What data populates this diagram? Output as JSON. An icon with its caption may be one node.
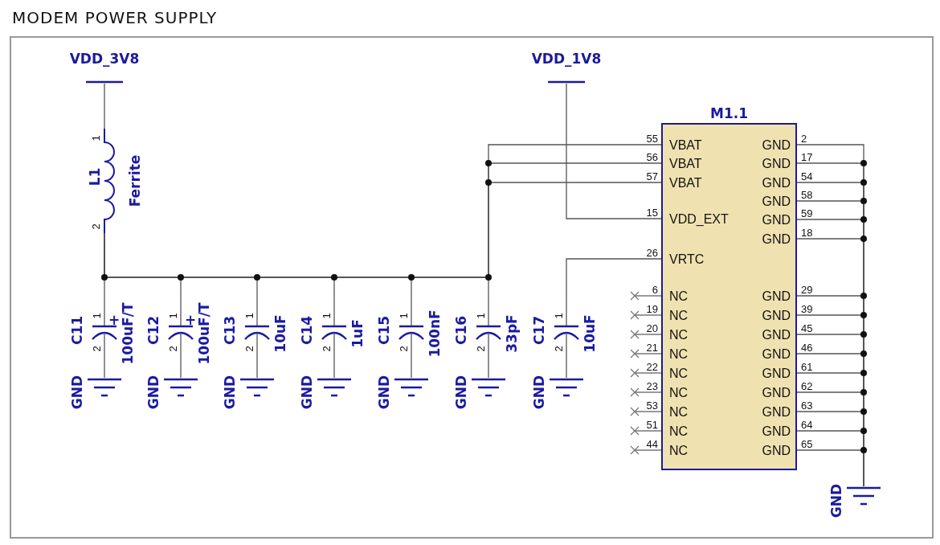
{
  "diagram": {
    "title": "MODEM POWER SUPPLY",
    "nodes": [
      {
        "text": [
          "VDD_3V8"
        ]
      },
      {
        "text": [
          "L1",
          "Ferrite",
          "1",
          "2"
        ]
      },
      {
        "text": [
          "VDD_1V8"
        ]
      },
      {
        "text": [
          "M1.1",
          "VBAT",
          "VBAT",
          "VBAT",
          "VDD_EXT",
          "VRTC",
          "NC",
          "NC",
          "NC",
          "NC",
          "NC",
          "NC",
          "NC",
          "NC",
          "NC",
          "GND",
          "GND",
          "GND",
          "GND",
          "GND",
          "GND",
          "GND",
          "GND",
          "GND",
          "GND",
          "GND",
          "GND",
          "GND",
          "GND",
          "GND"
        ],
        "beside": [
          "55",
          "56",
          "57",
          "15",
          "26",
          "6",
          "19",
          "20",
          "21",
          "22",
          "23",
          "53",
          "51",
          "44",
          "2",
          "17",
          "54",
          "58",
          "59",
          "18",
          "29",
          "39",
          "45",
          "46",
          "61",
          "62",
          "63",
          "64",
          "65"
        ]
      },
      {
        "text": [
          "C11",
          "100uF/T",
          "1",
          "2",
          "+"
        ]
      },
      {
        "text": [
          "C12",
          "100uF/T",
          "1",
          "2",
          "+"
        ]
      },
      {
        "text": [
          "C13",
          "10uF",
          "1",
          "2"
        ]
      },
      {
        "text": [
          "C14",
          "1uF",
          "1",
          "2"
        ]
      },
      {
        "text": [
          "C15",
          "100nF",
          "1",
          "2"
        ]
      },
      {
        "text": [
          "C16",
          "33pF",
          "1",
          "2"
        ]
      },
      {
        "text": [
          "C17",
          "10uF",
          "1",
          "2"
        ]
      },
      {
        "text": [
          "GND"
        ]
      },
      {
        "text": [
          "GND"
        ]
      },
      {
        "text": [
          "GND"
        ]
      },
      {
        "text": [
          "GND"
        ]
      },
      {
        "text": [
          "GND"
        ]
      },
      {
        "text": [
          "GND"
        ]
      },
      {
        "text": [
          "GND"
        ]
      },
      {
        "text": [
          "GND"
        ]
      }
    ],
    "edges": [
      {
        "from": 0,
        "to": 1,
        "arrow": "none"
      },
      {
        "from": 1,
        "to": 4,
        "arrow": "none"
      },
      {
        "from": 1,
        "to": 5,
        "arrow": "none"
      },
      {
        "from": 1,
        "to": 6,
        "arrow": "none"
      },
      {
        "from": 1,
        "to": 7,
        "arrow": "none"
      },
      {
        "from": 1,
        "to": 8,
        "arrow": "none"
      },
      {
        "from": 1,
        "to": 9,
        "arrow": "none"
      },
      {
        "from": 1,
        "to": 3,
        "arrow": "none"
      },
      {
        "from": 1,
        "to": 3,
        "arrow": "none"
      },
      {
        "from": 1,
        "to": 3,
        "arrow": "none"
      },
      {
        "from": 2,
        "to": 3,
        "arrow": "none"
      },
      {
        "from": 10,
        "to": 3,
        "arrow": "none"
      },
      {
        "from": 4,
        "to": 11,
        "arrow": "none"
      },
      {
        "from": 5,
        "to": 12,
        "arrow": "none"
      },
      {
        "from": 6,
        "to": 13,
        "arrow": "none"
      },
      {
        "from": 7,
        "to": 14,
        "arrow": "none"
      },
      {
        "from": 8,
        "to": 15,
        "arrow": "none"
      },
      {
        "from": 9,
        "to": 16,
        "arrow": "none"
      },
      {
        "from": 10,
        "to": 17,
        "arrow": "none"
      },
      {
        "from": 3,
        "to": 18,
        "arrow": "none"
      },
      {
        "from": 3,
        "to": 18,
        "arrow": "none"
      },
      {
        "from": 3,
        "to": 18,
        "arrow": "none"
      },
      {
        "from": 3,
        "to": 18,
        "arrow": "none"
      },
      {
        "from": 3,
        "to": 18,
        "arrow": "none"
      },
      {
        "from": 3,
        "to": 18,
        "arrow": "none"
      },
      {
        "from": 3,
        "to": 18,
        "arrow": "none"
      },
      {
        "from": 3,
        "to": 18,
        "arrow": "none"
      },
      {
        "from": 3,
        "to": 18,
        "arrow": "none"
      },
      {
        "from": 3,
        "to": 18,
        "arrow": "none"
      },
      {
        "from": 3,
        "to": 18,
        "arrow": "none"
      },
      {
        "from": 3,
        "to": 18,
        "arrow": "none"
      },
      {
        "from": 3,
        "to": 18,
        "arrow": "none"
      },
      {
        "from": 3,
        "to": 18,
        "arrow": "none"
      },
      {
        "from": 3,
        "to": 18,
        "arrow": "none"
      }
    ]
  }
}
